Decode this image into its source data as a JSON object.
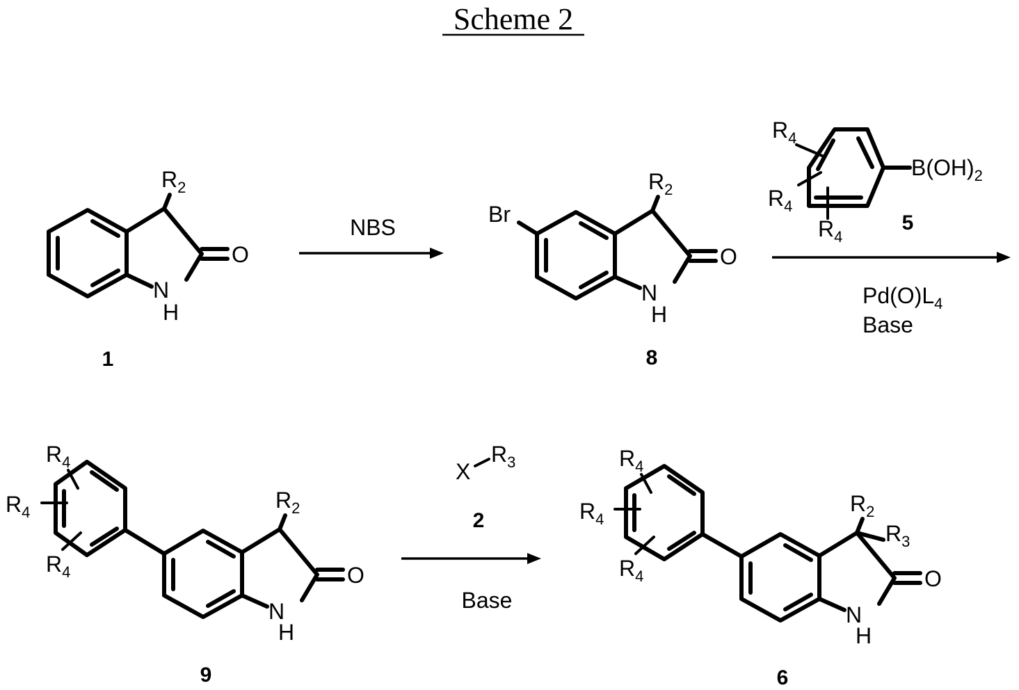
{
  "title": "Scheme 2",
  "labels": {
    "r2": "R",
    "r2_sub": "2",
    "r3": "R",
    "r3_sub": "3",
    "r4": "R",
    "r4_sub": "4",
    "oxygen": "O",
    "nitrogen": "N",
    "hydrogen": "H",
    "bromine": "Br",
    "boronic_acid": "B(OH)",
    "boronic_acid_sub": "2",
    "halide": "X"
  },
  "compounds": {
    "c1": "1",
    "c8": "8",
    "c5": "5",
    "c9": "9",
    "c2": "2",
    "c6": "6"
  },
  "reagents": {
    "step1": "NBS",
    "step2_catalyst": "Pd(O)L",
    "step2_catalyst_sub": "4",
    "step2_base": "Base",
    "step3_base": "Base"
  }
}
